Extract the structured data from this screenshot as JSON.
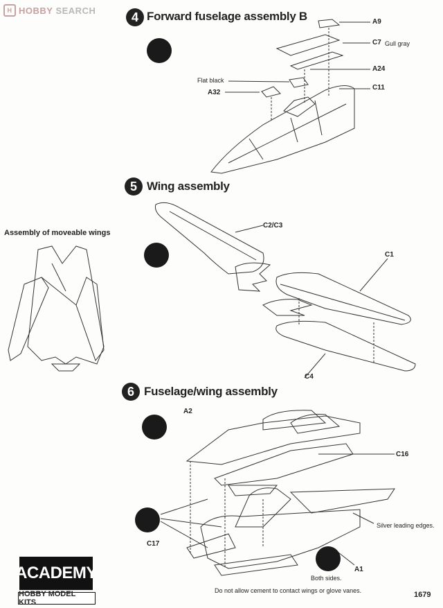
{
  "watermark": {
    "logo": "H",
    "brand": "HOBBY",
    "suffix": "SEARCH"
  },
  "steps": [
    {
      "number": "4",
      "title": "Forward fuselage assembly B"
    },
    {
      "number": "5",
      "title": "Wing assembly"
    },
    {
      "number": "6",
      "title": "Fuselage/wing assembly"
    }
  ],
  "side_caption": "Assembly of moveable wings",
  "step4_labels": {
    "a9": "A9",
    "c7": "C7",
    "c7_note": "Gull gray",
    "a24": "A24",
    "c11": "C11",
    "flat_black": "Flat black",
    "a32": "A32"
  },
  "step5_labels": {
    "c2c3": "C2/C3",
    "c1": "C1",
    "c4": "C4"
  },
  "step6_labels": {
    "a2": "A2",
    "c16": "C16",
    "c17": "C17",
    "a1": "A1",
    "silver": "Silver leading edges.",
    "both_sides": "Both sides.",
    "warning": "Do not allow cement to contact wings or glove vanes."
  },
  "footer": {
    "brand": "ACADEMY",
    "sub": "HOBBY MODEL KITS",
    "page": "1679"
  },
  "icons": [
    "cement-icon",
    "no-cement-icon",
    "knife-icon"
  ]
}
